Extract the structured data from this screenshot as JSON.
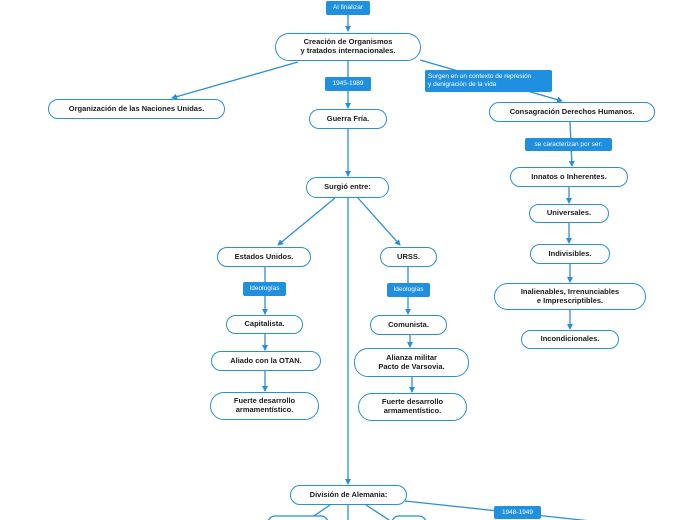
{
  "diagram": {
    "labels": {
      "al_finalizar": "Al finalizar",
      "years_1945_1989": "1945-1989",
      "surgen": "Surgen en un contexto de represión\ny denigración de la vida",
      "se_caracterizan": "se caracterizan por ser:",
      "ideologias_us": "Ideologías",
      "ideologias_urss": "Ideologías",
      "years_1948_1949": "1948-1949"
    },
    "nodes": {
      "creacion": "Creación de Organismos\ny tratados internacionales.",
      "onu": "Organización de las Naciones Unidas.",
      "guerra_fria": "Guerra Fría.",
      "consagracion": "Consagración Derechos Humanos.",
      "surgio": "Surgió entre:",
      "innatos": "Innatos o Inherentes.",
      "universales": "Universales.",
      "indivisibles": "Indivisibles.",
      "inalienables": "Inalienables, Irrenunciables\ne Imprescriptibles.",
      "incondicionales": "Incondicionales.",
      "eeuu": "Estados Unidos.",
      "urss": "URSS.",
      "capitalista": "Capitalista.",
      "comunista": "Comunista.",
      "aliado_otan": "Aliado con la OTAN.",
      "alianza_varsovia": "Alianza militar\nPacto de Varsovia.",
      "fuerte_us": "Fuerte desarrollo\narmamentístico.",
      "fuerte_urss": "Fuerte desarrollo\narmamentístico.",
      "division_alemania": "División de Alemania:"
    }
  }
}
